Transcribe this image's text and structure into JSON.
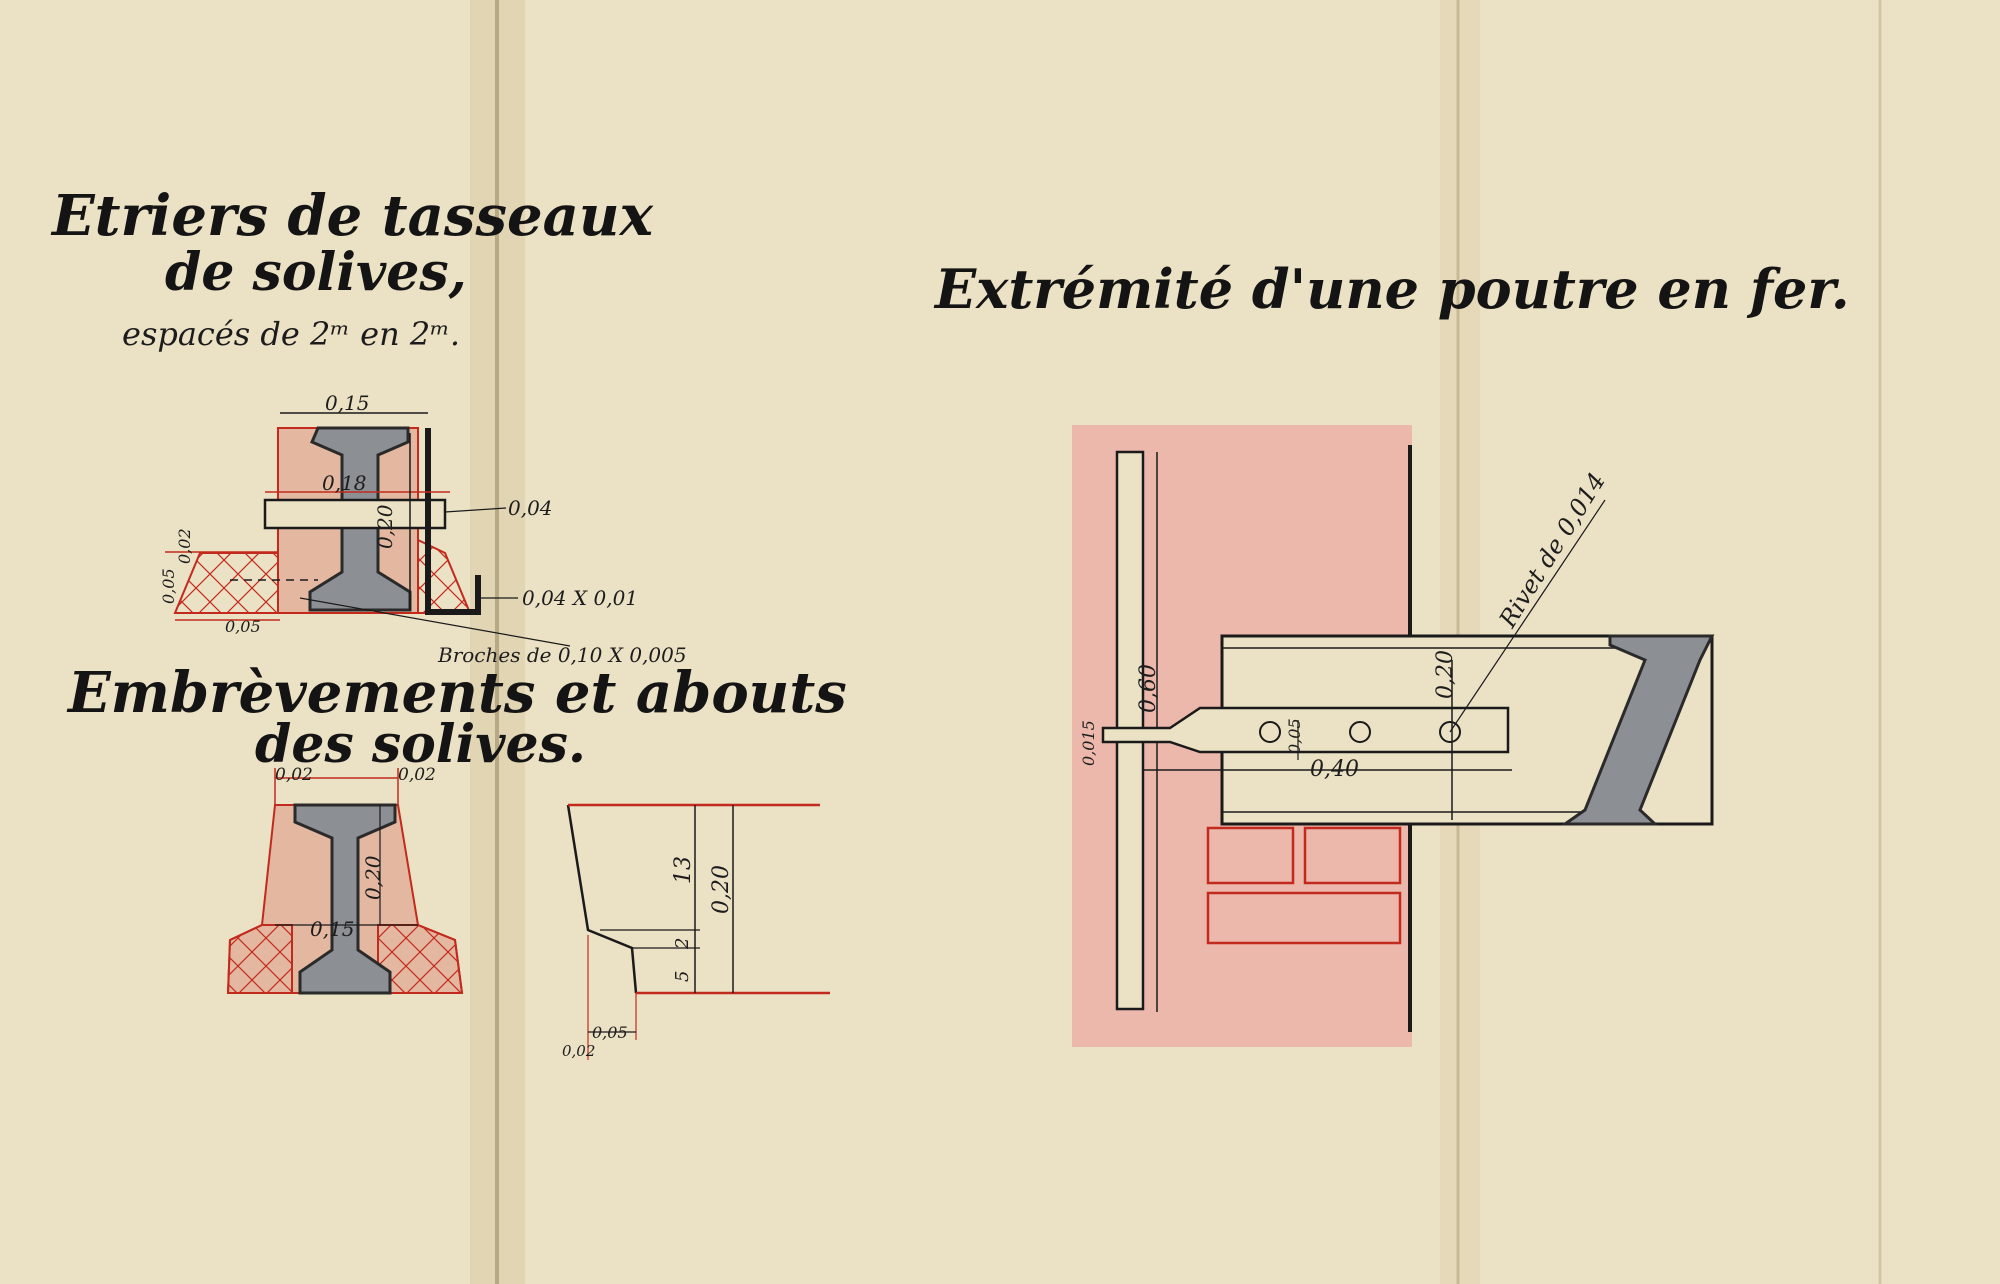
{
  "titles": {
    "etriers_line1": "Etriers de tasseaux",
    "etriers_line2": "de solives,",
    "etriers_note": "espacés de 2ᵐ en 2ᵐ.",
    "embrevements_line1": "Embrèvements et abouts",
    "embrevements_line2": "des solives.",
    "extremite": "Extrémité d'une poutre en fer."
  },
  "etriers_dims": {
    "width_top": "0,15",
    "bolt_length": "0,18",
    "height": "0,20",
    "bolt_dia": "0,04",
    "strap": "0,04 X 0,01",
    "left_a": "0,02",
    "left_b": "0,05",
    "bottom": "0,05",
    "broches": "Broches de 0,10 X 0,005"
  },
  "embrevement_dims": {
    "top_left": "0,02",
    "top_right": "0,02",
    "height": "0,20",
    "base": "0,15"
  },
  "about_dims": {
    "d13": "13",
    "d20": "0,20",
    "d2": "2",
    "d5": "5",
    "bottom1": "0,05",
    "bottom2": "0,02"
  },
  "poutre_dims": {
    "rivet": "Rivet de 0,014",
    "height_left": "0,60",
    "beam_height": "0,20",
    "plate_len": "0,40",
    "plate_thk": "0,05",
    "tail": "0,015"
  },
  "colors": {
    "paper": "#ebe1c4",
    "ink": "#1a1a1a",
    "red": "#c22a1e",
    "pink_wash": "#eeaaa4",
    "wood_wash": "#e4b8a0",
    "steel": "#8c8f94"
  }
}
